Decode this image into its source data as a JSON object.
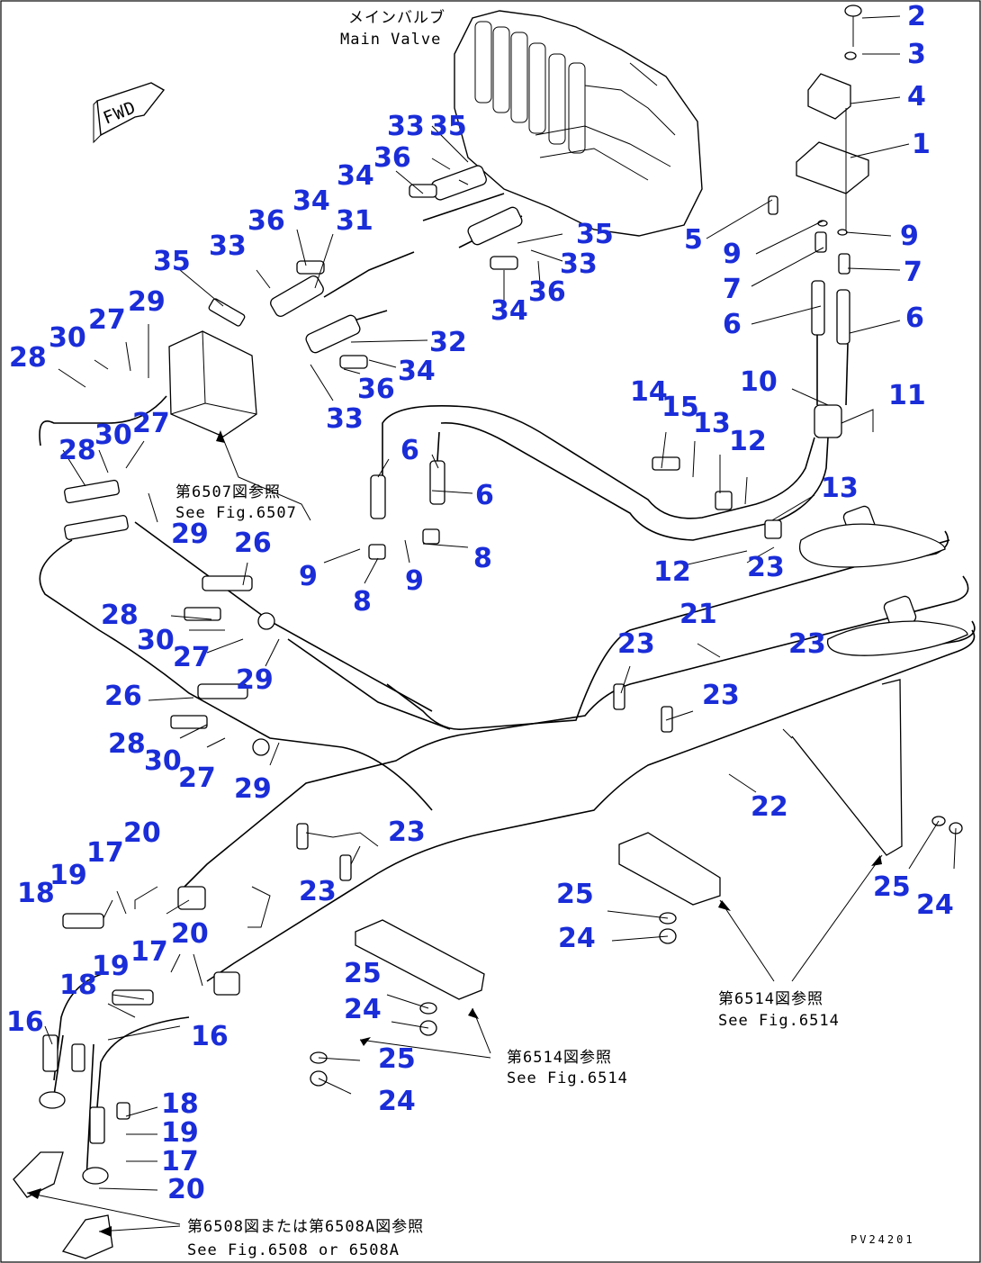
{
  "labels": {
    "main_valve_jp": "メインバルブ",
    "main_valve_en": "Main Valve",
    "fwd": "FWD",
    "ref_6507_jp": "第6507図参照",
    "ref_6507_en": "See Fig.6507",
    "ref_6514_right_jp": "第6514図参照",
    "ref_6514_right_en": "See Fig.6514",
    "ref_6514_mid_jp": "第6514図参照",
    "ref_6514_mid_en": "See Fig.6514",
    "ref_6508_jp": "第6508図または第6508A図参照",
    "ref_6508_en": "See Fig.6508 or 6508A",
    "drawing_code": "PV24201"
  },
  "callouts": [
    {
      "id": "c2",
      "text": "2"
    },
    {
      "id": "c3",
      "text": "3"
    },
    {
      "id": "c4",
      "text": "4"
    },
    {
      "id": "c1",
      "text": "1"
    },
    {
      "id": "c5",
      "text": "5"
    },
    {
      "id": "c9a",
      "text": "9"
    },
    {
      "id": "c9b",
      "text": "9"
    },
    {
      "id": "c7a",
      "text": "7"
    },
    {
      "id": "c7b",
      "text": "7"
    },
    {
      "id": "c6a",
      "text": "6"
    },
    {
      "id": "c6b",
      "text": "6"
    },
    {
      "id": "c10",
      "text": "10"
    },
    {
      "id": "c11",
      "text": "11"
    },
    {
      "id": "c33a",
      "text": "33"
    },
    {
      "id": "c35a",
      "text": "35"
    },
    {
      "id": "c36a",
      "text": "36"
    },
    {
      "id": "c34a",
      "text": "34"
    },
    {
      "id": "c36b",
      "text": "36"
    },
    {
      "id": "c34b",
      "text": "34"
    },
    {
      "id": "c33b",
      "text": "33"
    },
    {
      "id": "c31",
      "text": "31"
    },
    {
      "id": "c35b",
      "text": "35"
    },
    {
      "id": "c33c",
      "text": "33"
    },
    {
      "id": "c34c",
      "text": "34"
    },
    {
      "id": "c36c",
      "text": "36"
    },
    {
      "id": "c35c",
      "text": "35"
    },
    {
      "id": "c32",
      "text": "32"
    },
    {
      "id": "c34d",
      "text": "34"
    },
    {
      "id": "c36d",
      "text": "36"
    },
    {
      "id": "c33d",
      "text": "33"
    },
    {
      "id": "c30a",
      "text": "30"
    },
    {
      "id": "c27a",
      "text": "27"
    },
    {
      "id": "c29a",
      "text": "29"
    },
    {
      "id": "c28a",
      "text": "28"
    },
    {
      "id": "c27b",
      "text": "27"
    },
    {
      "id": "c30b",
      "text": "30"
    },
    {
      "id": "c28b",
      "text": "28"
    },
    {
      "id": "c29b",
      "text": "29"
    },
    {
      "id": "c14",
      "text": "14"
    },
    {
      "id": "c15",
      "text": "15"
    },
    {
      "id": "c13a",
      "text": "13"
    },
    {
      "id": "c12a",
      "text": "12"
    },
    {
      "id": "c13b",
      "text": "13"
    },
    {
      "id": "c12b",
      "text": "12"
    },
    {
      "id": "c6c",
      "text": "6"
    },
    {
      "id": "c6d",
      "text": "6"
    },
    {
      "id": "c8a",
      "text": "8"
    },
    {
      "id": "c9c",
      "text": "9"
    },
    {
      "id": "c8b",
      "text": "8"
    },
    {
      "id": "c9d",
      "text": "9"
    },
    {
      "id": "c26a",
      "text": "26"
    },
    {
      "id": "c28c",
      "text": "28"
    },
    {
      "id": "c30c",
      "text": "30"
    },
    {
      "id": "c27c",
      "text": "27"
    },
    {
      "id": "c29c",
      "text": "29"
    },
    {
      "id": "c23a",
      "text": "23"
    },
    {
      "id": "c21",
      "text": "21"
    },
    {
      "id": "c23b",
      "text": "23"
    },
    {
      "id": "c23c",
      "text": "23"
    },
    {
      "id": "c26b",
      "text": "26"
    },
    {
      "id": "c23d",
      "text": "23"
    },
    {
      "id": "c28d",
      "text": "28"
    },
    {
      "id": "c30d",
      "text": "30"
    },
    {
      "id": "c27d",
      "text": "27"
    },
    {
      "id": "c29d",
      "text": "29"
    },
    {
      "id": "c22",
      "text": "22"
    },
    {
      "id": "c20a",
      "text": "20"
    },
    {
      "id": "c17a",
      "text": "17"
    },
    {
      "id": "c23e",
      "text": "23"
    },
    {
      "id": "c18a",
      "text": "18"
    },
    {
      "id": "c19a",
      "text": "19"
    },
    {
      "id": "c23f",
      "text": "23"
    },
    {
      "id": "c25a",
      "text": "25"
    },
    {
      "id": "c24a",
      "text": "24"
    },
    {
      "id": "c25b",
      "text": "25"
    },
    {
      "id": "c24b",
      "text": "24"
    },
    {
      "id": "c20b",
      "text": "20"
    },
    {
      "id": "c17b",
      "text": "17"
    },
    {
      "id": "c19b",
      "text": "19"
    },
    {
      "id": "c18b",
      "text": "18"
    },
    {
      "id": "c25c",
      "text": "25"
    },
    {
      "id": "c24c",
      "text": "24"
    },
    {
      "id": "c16a",
      "text": "16"
    },
    {
      "id": "c16b",
      "text": "16"
    },
    {
      "id": "c25d",
      "text": "25"
    },
    {
      "id": "c24d",
      "text": "24"
    },
    {
      "id": "c18c",
      "text": "18"
    },
    {
      "id": "c19c",
      "text": "19"
    },
    {
      "id": "c17c",
      "text": "17"
    },
    {
      "id": "c20c",
      "text": "20"
    }
  ]
}
